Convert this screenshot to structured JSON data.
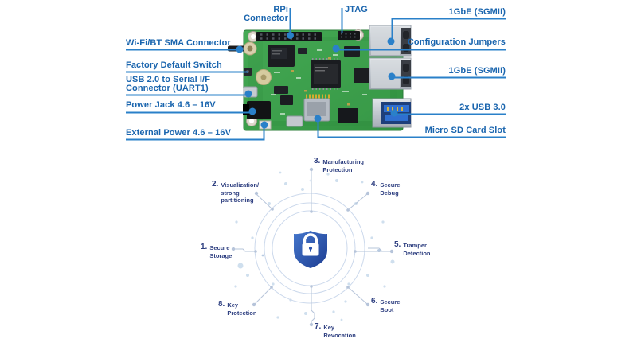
{
  "board_section": {
    "callouts": {
      "rpi": "RPi Connector",
      "jtag": "JTAG",
      "gbe_top": "1GbE (SGMII)",
      "config_jumpers": "Configuration Jumpers",
      "gbe_bottom": "1GbE (SGMII)",
      "usb3": "2x USB 3.0",
      "microsd": "Micro SD Card Slot",
      "wifi_sma": "Wi-Fi/BT SMA Connector",
      "factory_switch": "Factory Default Switch",
      "uart": "USB 2.0 to Serial I/F\nConnector (UART1)",
      "power_jack": "Power Jack 4.6 – 16V",
      "external_power": "External Power 4.6 – 16V"
    },
    "colors": {
      "label_text": "#1a65ae",
      "leader_line": "#2a80c9",
      "callout_dot": "#2a80c9",
      "pcb_green": "#3a9e4c"
    }
  },
  "security_diagram": {
    "items": [
      {
        "num": "1.",
        "label": "Secure\nStorage"
      },
      {
        "num": "2.",
        "label": "Visualization/\nstrong\npartitioning"
      },
      {
        "num": "3.",
        "label": "Manufacturing\nProtection"
      },
      {
        "num": "4.",
        "label": "Secure\nDebug"
      },
      {
        "num": "5.",
        "label": "Tramper\nDetection"
      },
      {
        "num": "6.",
        "label": "Secure\nBoot"
      },
      {
        "num": "7.",
        "label": "Key\nRevocation"
      },
      {
        "num": "8.",
        "label": "Key\nProtection"
      }
    ],
    "colors": {
      "label_text": "#2e3f80",
      "ring": "#ccd9ec",
      "leader": "#b6c4da",
      "shield_light": "#4577cc",
      "shield_dark": "#1d3d92",
      "padlock": "#ffffff"
    }
  }
}
